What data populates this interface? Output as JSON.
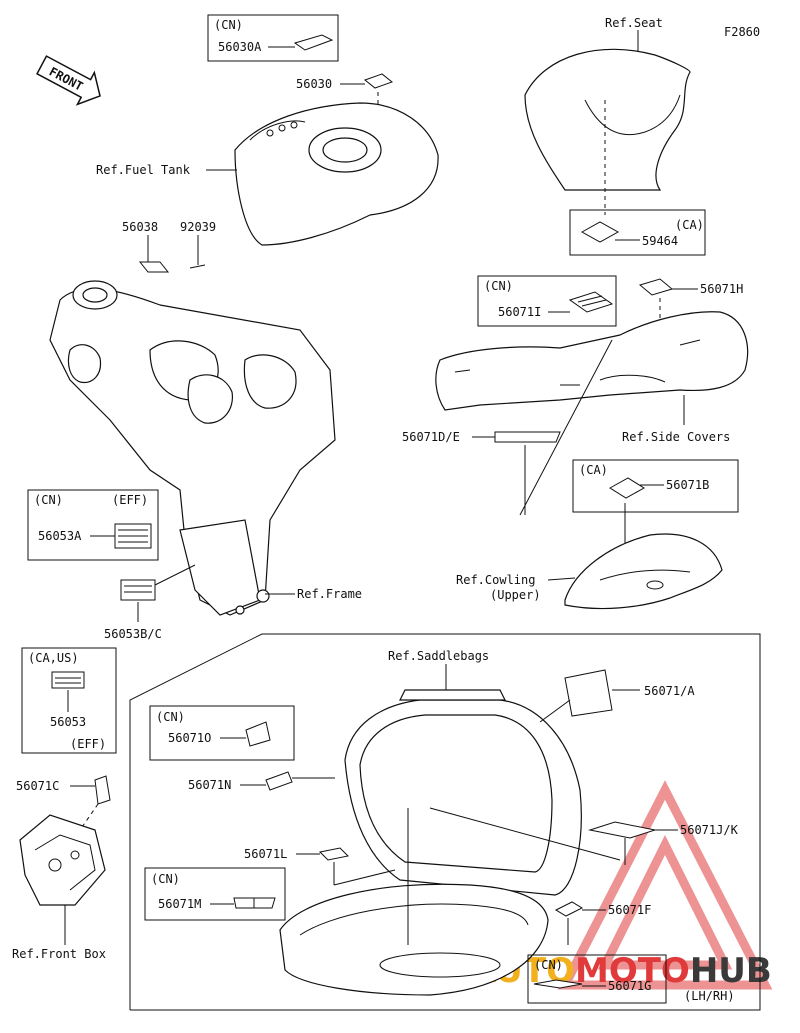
{
  "diagram_code": "F2860",
  "front_arrow": "FRONT",
  "refs": {
    "seat": "Ref.Seat",
    "fuel_tank": "Ref.Fuel Tank",
    "side_covers": "Ref.Side Covers",
    "cowling_1": "Ref.Cowling",
    "cowling_2": "(Upper)",
    "frame": "Ref.Frame",
    "saddlebags": "Ref.Saddlebags",
    "front_box": "Ref.Front Box"
  },
  "regions": {
    "cn": "(CN)",
    "ca": "(CA)",
    "eff": "(EFF)",
    "ca_us": "(CA,US)",
    "lh_rh": "(LH/RH)"
  },
  "parts": {
    "p56030A": "56030A",
    "p56030": "56030",
    "p59464": "59464",
    "p56038": "56038",
    "p92039": "92039",
    "p56071I": "56071I",
    "p56071H": "56071H",
    "p56071DE": "56071D/E",
    "p56071B": "56071B",
    "p56053A": "56053A",
    "p56053BC": "56053B/C",
    "p56053": "56053",
    "p56071C": "56071C",
    "p56071A": "56071/A",
    "p56071O": "56071O",
    "p56071N": "56071N",
    "p56071JK": "56071J/K",
    "p56071L": "56071L",
    "p56071M": "56071M",
    "p56071F": "56071F",
    "p56071G": "56071G"
  },
  "watermark": {
    "part1": "AUTO",
    "part2": "MOTO",
    "part3": "HUB",
    "color1": "#f2b01e",
    "color2": "#e03a3a",
    "color3": "#3a3a3a"
  }
}
